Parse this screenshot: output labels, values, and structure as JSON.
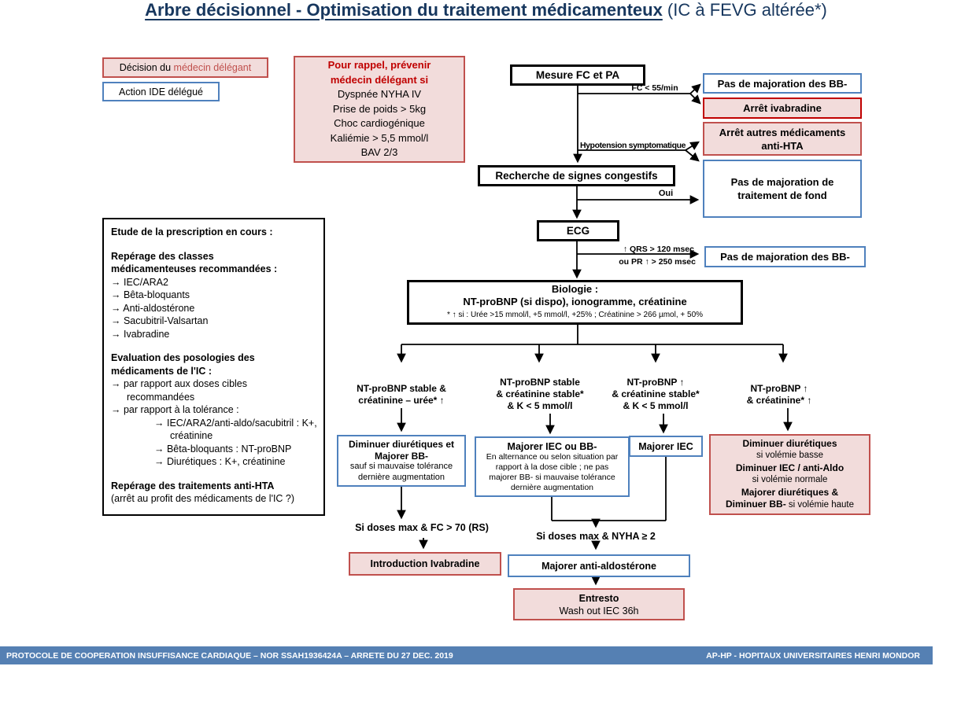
{
  "title": {
    "main": "Arbre décisionnel - Optimisation du traitement médicamenteux",
    "suffix": " (IC à FEVG altérée*)"
  },
  "legend": {
    "decision_prefix": "Décision du ",
    "decision_highlight": "médecin délégant",
    "action": "Action IDE délégué"
  },
  "reminder": {
    "title1": "Pour rappel, prévenir",
    "title2": "médecin délégant si",
    "items": [
      "Dyspnée NYHA IV",
      "Prise de poids > 5kg",
      "Choc cardiogénique",
      "Kaliémie > 5,5 mmol/l",
      "BAV 2/3"
    ]
  },
  "study": {
    "heading": "Etude de la prescription en cours :",
    "reperage_heading": "Repérage des classes médicamenteuses recommandées :",
    "classes": [
      "→ IEC/ARA2",
      "→ Bêta-bloquants",
      "→ Anti-aldostérone",
      "→ Sacubitril-Valsartan",
      "→ Ivabradine"
    ],
    "evaluation_heading": "Evaluation des posologies des médicaments de l'IC :",
    "eval_items": [
      "→ par rapport aux doses cibles recommandées",
      "→ par rapport à la tolérance :"
    ],
    "tolerance_items": [
      "→ IEC/ARA2/anti-aldo/sacubitril : K+, créatinine",
      "→ Bêta-bloquants : NT-proBNP",
      "→ Diurétiques : K+, créatinine"
    ],
    "hta_heading": "Repérage des traitements anti-HTA",
    "hta_note": "(arrêt au profit des médicaments de l'IC ?)"
  },
  "flow": {
    "mesure": "Mesure FC et PA",
    "recherche": "Recherche de signes congestifs",
    "ecg": "ECG",
    "biologie_title": "Biologie :",
    "biologie_line2": "NT-proBNP (si dispo), ionogramme, créatinine",
    "biologie_note": "* ↑ si : Urée >15 mmol/l, +5 mmol/l, +25% ; Créatinine > 266 µmol, + 50%"
  },
  "edge_labels": {
    "fc": "FC < 55/min",
    "hypotension": "Hypotension symptomatique",
    "oui": "Oui",
    "qrs": "↑ QRS > 120 msec",
    "pr": "ou  PR ↑ > 250 msec"
  },
  "outcomes": {
    "no_bb_1": "Pas de majoration des BB-",
    "stop_ivabradine": "Arrêt ivabradine",
    "stop_antihta": "Arrêt autres médicaments anti-HTA",
    "no_fond": "Pas de majoration de traitement de fond",
    "no_bb_2": "Pas de majoration des BB-"
  },
  "branches": {
    "b1": {
      "l1": "NT-proBNP stable &",
      "l2": "créatinine – urée*  ↑"
    },
    "b2": {
      "l1": "NT-proBNP stable",
      "l2": "& créatinine stable*",
      "l3": "& K < 5 mmol/l"
    },
    "b3": {
      "l1": "NT-proBNP ↑",
      "l2": "& créatinine stable*",
      "l3": "& K < 5 mmol/l"
    },
    "b4": {
      "l1": "NT-proBNP ↑",
      "l2": "& créatinine* ↑"
    }
  },
  "actions": {
    "a1_bold": "Diminuer diurétiques et Majorer BB-",
    "a1_note": "sauf si mauvaise tolérance dernière augmentation",
    "a2_bold": "Majorer IEC ou BB-",
    "a2_note": "En alternance ou selon situation par rapport à la dose cible ; ne pas majorer BB- si mauvaise tolérance dernière augmentation",
    "a3": "Majorer IEC",
    "a4": {
      "b1": "Diminuer diurétiques",
      "n1": "si volémie basse",
      "b2": "Diminuer IEC / anti-Aldo",
      "n2": "si volémie normale",
      "b3": "Majorer diurétiques &",
      "b4": "Diminuer BB-",
      "n4": " si volémie haute"
    }
  },
  "bottom": {
    "cond1": "Si doses max & FC > 70 (RS)",
    "ivabradine": "Introduction Ivabradine",
    "cond2": "Si doses max & NYHA ≥ 2",
    "aldo": "Majorer anti-aldostérone",
    "entresto_bold": "Entresto",
    "entresto_note": "Wash out IEC 36h"
  },
  "footer": {
    "left": "PROTOCOLE DE COOPERATION INSUFFISANCE CARDIAQUE – NOR SSAH1936424A – ARRETE DU 27 DEC. 2019",
    "right": "AP-HP  - HOPITAUX UNIVERSITAIRES HENRI MONDOR"
  },
  "colors": {
    "navy": "#17375e",
    "red_strong": "#c00000",
    "red_soft": "#c0504d",
    "pink_bg": "#f2dcdb",
    "blue": "#4f81bd",
    "footer_bg": "#5580b3"
  }
}
